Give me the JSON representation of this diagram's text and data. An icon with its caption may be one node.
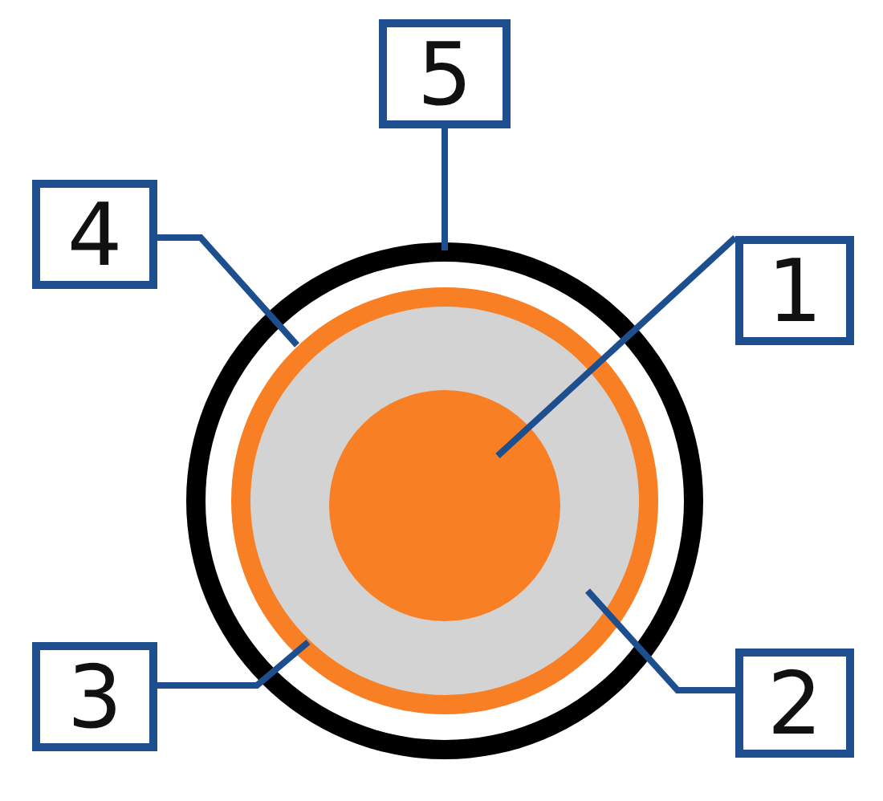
{
  "diagram": {
    "nodes": [
      {
        "text": [
          "5"
        ]
      },
      {
        "text": [
          "4"
        ]
      },
      {
        "text": [
          "1"
        ]
      },
      {
        "text": [
          "3"
        ]
      },
      {
        "text": [
          "2"
        ]
      },
      {
        "text": [],
        "shape": "circle"
      },
      {
        "text": [],
        "shape": "circle",
        "in": 5
      },
      {
        "text": [],
        "shape": "circle",
        "in": 6
      },
      {
        "text": [],
        "shape": "circle",
        "in": 7
      },
      {
        "text": [],
        "shape": "circle",
        "in": 8
      }
    ],
    "edges": [
      {
        "from": 0,
        "to": 5,
        "arrow": "none"
      },
      {
        "from": 1,
        "to": 6,
        "arrow": "none"
      },
      {
        "from": 2,
        "to": 9,
        "arrow": "none"
      },
      {
        "from": 3,
        "to": 7,
        "arrow": "none"
      },
      {
        "from": 4,
        "to": 8,
        "arrow": "none"
      }
    ]
  }
}
